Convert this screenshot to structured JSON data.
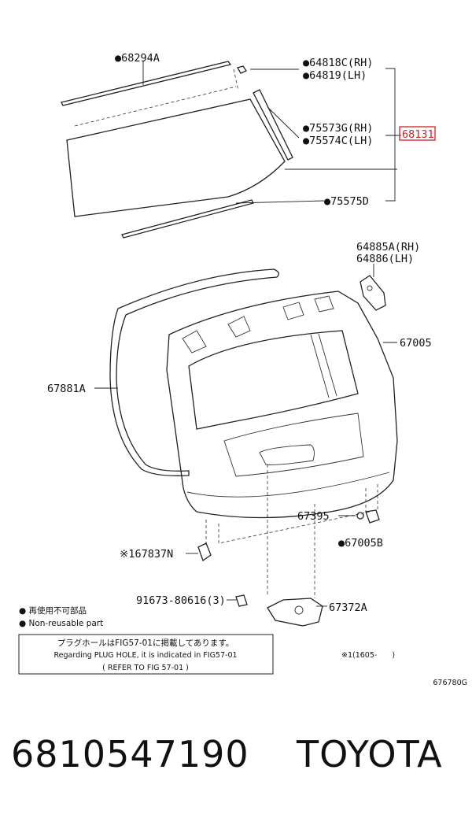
{
  "labels": {
    "p68294A": "●68294A",
    "p64818C": "●64818C(RH)",
    "p64819": "●64819(LH)",
    "p75573G": "●75573G(RH)",
    "p75574C": "●75574C(LH)",
    "p68131": "68131",
    "p75575D": "●75575D",
    "p64885A": "64885A(RH)",
    "p64886": "64886(LH)",
    "p67005": "67005",
    "p67881A": "67881A",
    "p67395": "67395",
    "p67005B": "●67005B",
    "p67837N": "※167837N",
    "p91673": "91673-80616(3)",
    "p67372A": "67372A"
  },
  "legend": {
    "reuse_jp": "● 再使用不可部品",
    "reuse_en": "● Non-reusable part"
  },
  "notice": {
    "line1": "プラグホールはFIG57-01に掲載してあります。",
    "line2": "Regarding PLUG HOLE, it is indicated in FIG57-01",
    "line3": "( REFER TO FIG 57-01 )"
  },
  "footnote": "※1(1605-　　)",
  "figure_code": "676780G",
  "part_number": "6810547190",
  "brand": "TOYOTA",
  "colors": {
    "highlight": "#d42020",
    "ink": "#111111"
  }
}
